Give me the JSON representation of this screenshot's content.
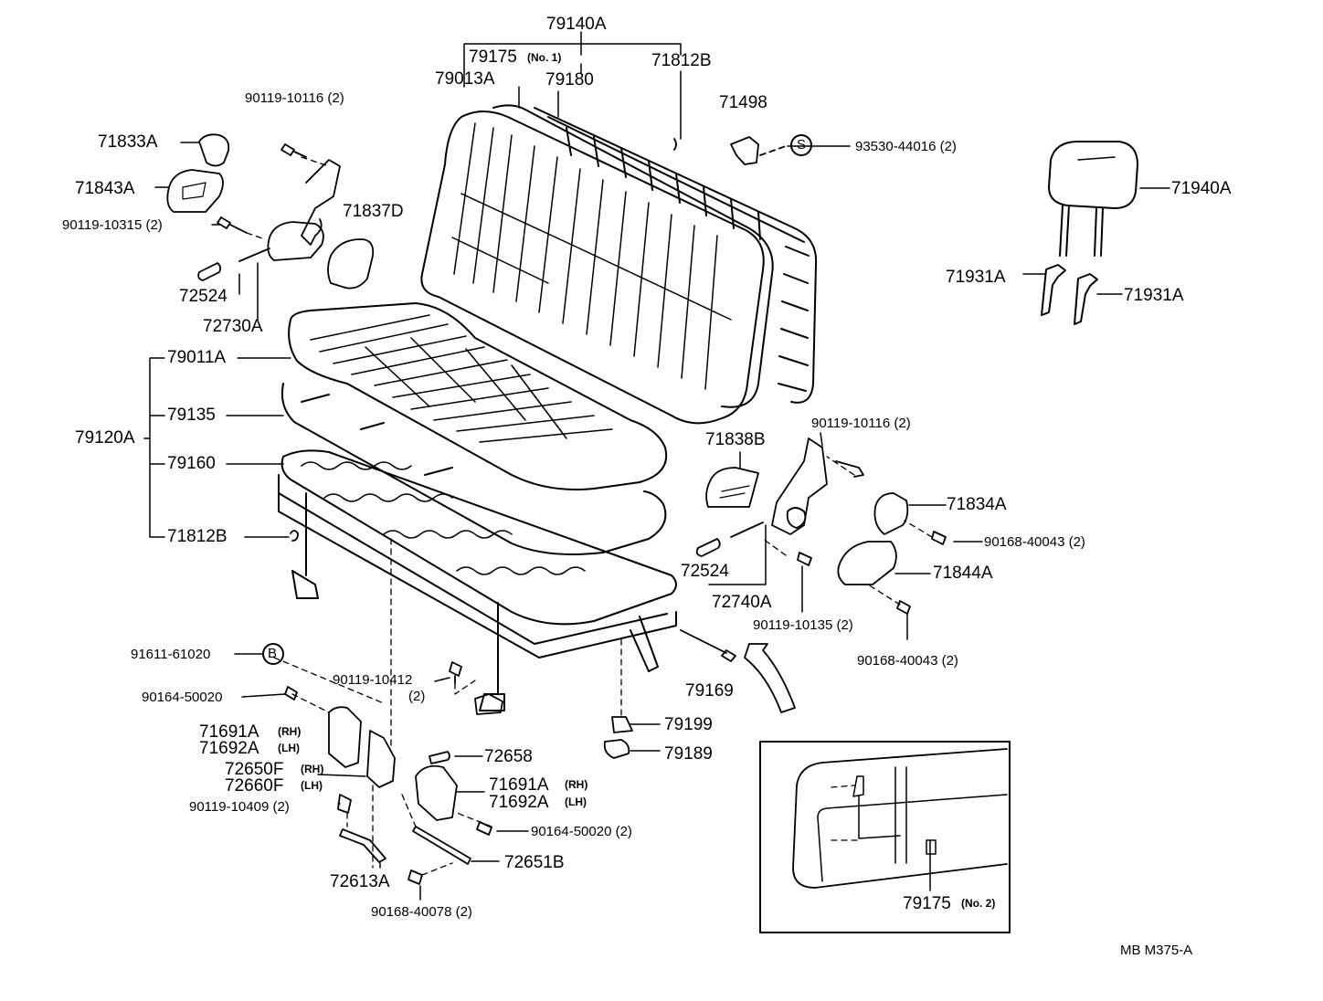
{
  "labels": {
    "p79140A": "79140A",
    "p79175": "79175",
    "p79175_note1": "(No. 1)",
    "p79013A": "79013A",
    "p79180": "79180",
    "p71812B_top": "71812B",
    "p90119_10116_a": "90119-10116 (2)",
    "p71498": "71498",
    "s_symbol": "S",
    "p93530": "93530-44016 (2)",
    "p71833A": "71833A",
    "p71843A": "71843A",
    "p90119_10315": "90119-10315 (2)",
    "p71837D": "71837D",
    "p71940A": "71940A",
    "p71931A_l": "71931A",
    "p71931A_r": "71931A",
    "p72524_a": "72524",
    "p72730A": "72730A",
    "p79011A": "79011A",
    "p79135": "79135",
    "p79120A": "79120A",
    "p79160": "79160",
    "p71812B_bot": "71812B",
    "p90119_10116_b": "90119-10116 (2)",
    "p71838B": "71838B",
    "p71834A": "71834A",
    "p90168_40043_a": "90168-40043 (2)",
    "p71844A": "71844A",
    "p72524_b": "72524",
    "p72740A": "72740A",
    "p90119_10135": "90119-10135 (2)",
    "p90168_40043_b": "90168-40043 (2)",
    "p91611": "91611-61020",
    "b_symbol": "B",
    "p90119_10412": "90119-10412",
    "p90119_10412_qty": "(2)",
    "p79169": "79169",
    "p90164_50020_a": "90164-50020",
    "p79199": "79199",
    "p71691A_a": "71691A",
    "rh_a": "(RH)",
    "p71692A_a": "71692A",
    "lh_a": "(LH)",
    "p79189": "79189",
    "p72650F": "72650F",
    "rh_b": "(RH)",
    "p72660F": "72660F",
    "lh_b": "(LH)",
    "p72658": "72658",
    "p71691A_b": "71691A",
    "rh_c": "(RH)",
    "p71692A_b": "71692A",
    "lh_c": "(LH)",
    "p90119_10409": "90119-10409 (2)",
    "p90164_50020_b": "90164-50020 (2)",
    "p72613A": "72613A",
    "p72651B": "72651B",
    "p90168_40078": "90168-40078 (2)",
    "p79175_inset": "79175",
    "p79175_note2": "(No. 2)",
    "ref_code": "MB  M375-A"
  }
}
